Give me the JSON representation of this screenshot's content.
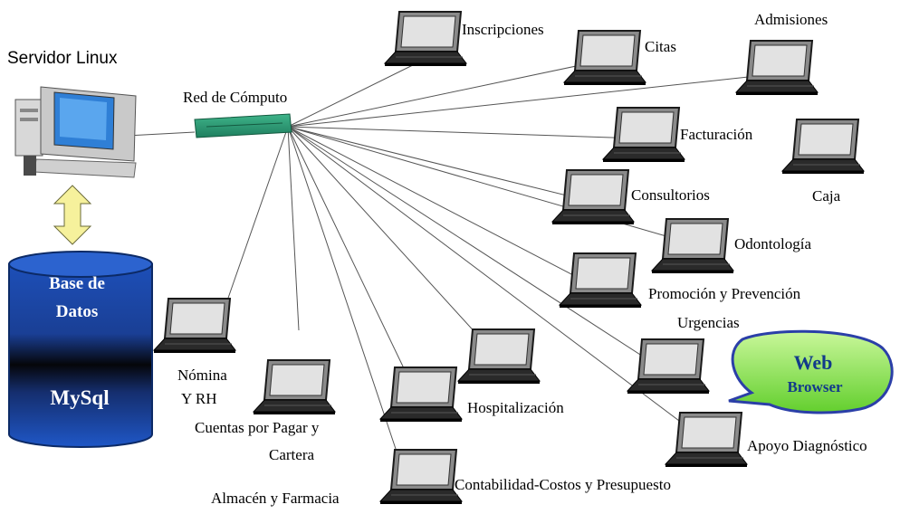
{
  "server": {
    "title": "Servidor Linux"
  },
  "network": {
    "label": "Red de Cómputo"
  },
  "database": {
    "line1": "Base de",
    "line2": "Datos",
    "engine": "MySql"
  },
  "web_bubble": {
    "line1": "Web",
    "line2": "Browser"
  },
  "modules": {
    "inscripciones": "Inscripciones",
    "citas": "Citas",
    "admisiones": "Admisiones",
    "facturacion": "Facturación",
    "caja": "Caja",
    "consultorios": "Consultorios",
    "odontologia": "Odontología",
    "promocion": "Promoción y Prevención",
    "urgencias": "Urgencias",
    "apoyo": "Apoyo Diagnóstico",
    "hospitalizacion": "Hospitalización",
    "contabilidad": "Contabilidad-Costos y Presupuesto",
    "almacen": "Almacén y Farmacia",
    "cuentas_line1": "Cuentas por Pagar y",
    "cuentas_line2": "Cartera",
    "nomina_line1": "Nómina",
    "nomina_line2": "Y RH"
  }
}
